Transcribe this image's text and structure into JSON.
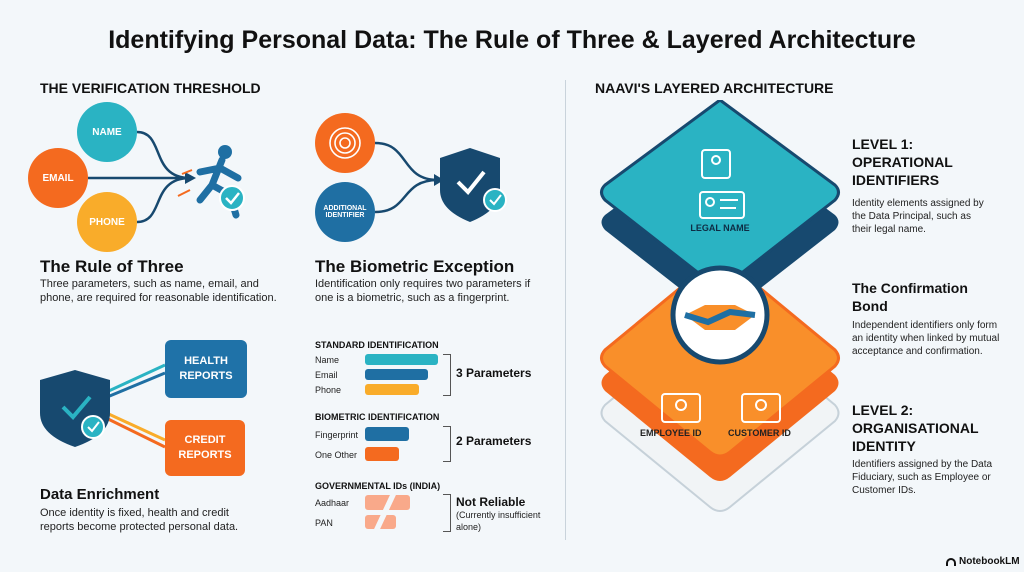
{
  "title": "Identifying Personal Data: The Rule of Three & Layered Architecture",
  "left": {
    "section_title": "THE VERIFICATION THRESHOLD",
    "rule_of_three": {
      "nodes": [
        "NAME",
        "EMAIL",
        "PHONE"
      ],
      "heading": "The Rule of Three",
      "desc": "Three parameters, such as name, email, and phone, are required for reasonable identification."
    },
    "biometric": {
      "nodes": [
        "ADDITIONAL IDENTIFIER"
      ],
      "heading": "The Biometric Exception",
      "desc": "Identification only requires two parameters if one is a biometric, such as a fingerprint."
    },
    "enrichment": {
      "boxes": [
        "HEALTH REPORTS",
        "CREDIT REPORTS"
      ],
      "heading": "Data Enrichment",
      "desc": "Once identity is fixed, health and credit reports become protected personal data."
    },
    "comparison": {
      "standard": {
        "header": "STANDARD IDENTIFICATION",
        "items": [
          "Name",
          "Email",
          "Phone"
        ],
        "result": "3 Parameters"
      },
      "biometric": {
        "header": "BIOMETRIC IDENTIFICATION",
        "items": [
          "Fingerprint",
          "One Other"
        ],
        "result": "2 Parameters"
      },
      "government": {
        "header": "GOVERNMENTAL IDs (INDIA)",
        "items": [
          "Aadhaar",
          "PAN"
        ],
        "result": "Not Reliable",
        "note": "(Currently insufficient alone)"
      }
    }
  },
  "right": {
    "section_title": "NAAVI'S LAYERED ARCHITECTURE",
    "level1": {
      "label": "LEGAL NAME",
      "heading": "LEVEL 1: OPERATIONAL IDENTIFIERS",
      "desc": "Identity elements assigned by the Data Principal, such as their legal name."
    },
    "bond": {
      "heading": "The Confirmation Bond",
      "desc": "Independent identifiers only form an identity when linked by mutual acceptance and confirmation."
    },
    "level2": {
      "labels": [
        "EMPLOYEE ID",
        "CUSTOMER ID"
      ],
      "heading": "LEVEL 2: ORGANISATIONAL IDENTITY",
      "desc": "Identifiers assigned by the Data Fiduciary, such as Employee or Customer IDs."
    }
  },
  "footer": {
    "brand": "NotebookLM"
  },
  "colors": {
    "teal": "#2ab3c3",
    "blue": "#1f6fa3",
    "orange": "#f46a1f",
    "yellow": "#f9ac2a",
    "navy": "#17496f"
  }
}
